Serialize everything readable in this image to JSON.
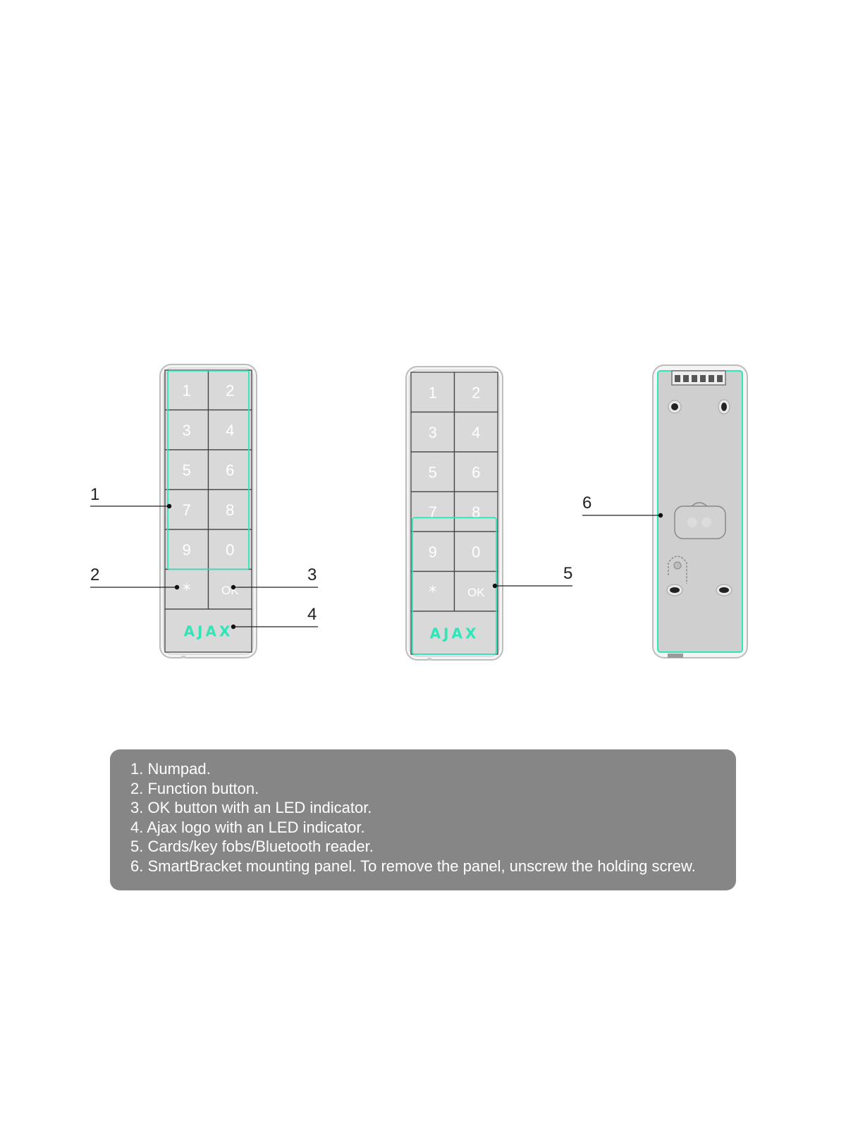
{
  "colors": {
    "accent_green": "#2ee6b8",
    "device_body": "#f4f4f4",
    "device_outline": "#bdbdbd",
    "key_face": "#d9d9d9",
    "key_border": "#444444",
    "back_panel": "#cfcfcf",
    "legend_bg": "#878686",
    "legend_text": "#ffffff",
    "callout_line": "#222222"
  },
  "keypad": {
    "digits": [
      "1",
      "2",
      "3",
      "4",
      "5",
      "6",
      "7",
      "8",
      "9",
      "0"
    ],
    "function_key": "*",
    "ok_key": "OK",
    "logo": "AJAX"
  },
  "callouts": {
    "c1": "1",
    "c2": "2",
    "c3": "3",
    "c4": "4",
    "c5": "5",
    "c6": "6"
  },
  "legend": {
    "items": [
      "1. Numpad.",
      "2. Function button.",
      "3. OK button with an LED indicator.",
      "4. Ajax logo with an LED indicator.",
      "5. Cards/key fobs/Bluetooth reader.",
      "6. SmartBracket mounting panel. To remove the panel, unscrew the holding screw."
    ]
  },
  "icons": {
    "screw_hole": "screw-hole-icon",
    "mounting_slot": "mounting-slot-icon",
    "connector": "connector-icon"
  }
}
